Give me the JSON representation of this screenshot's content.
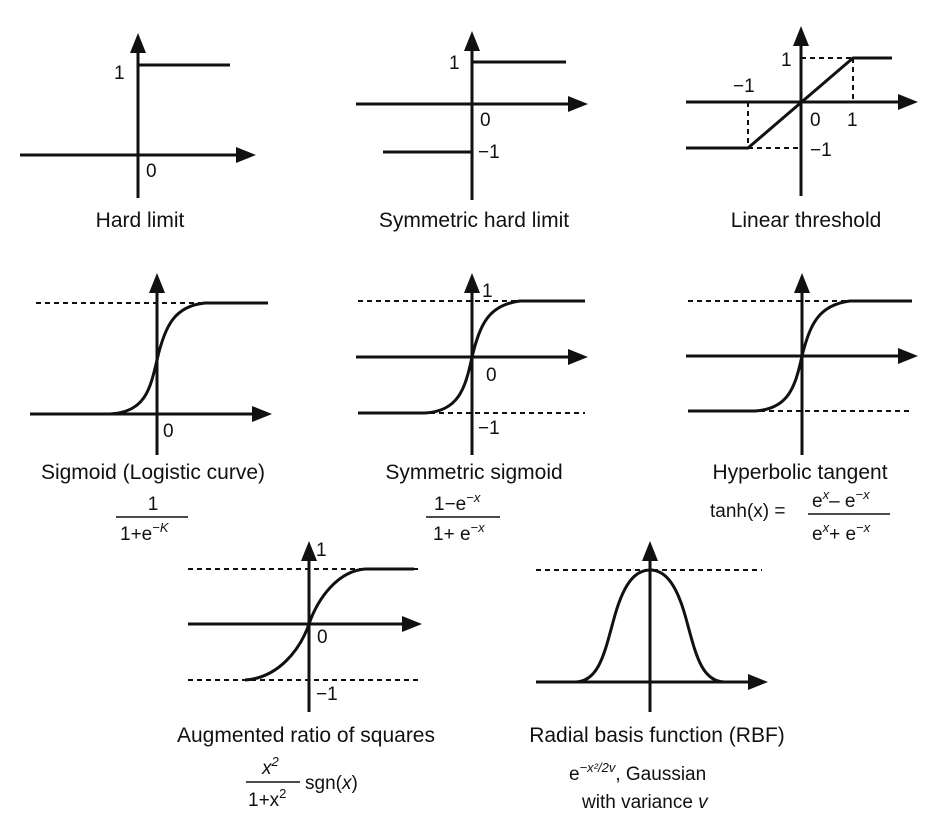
{
  "figure": {
    "panels": [
      {
        "id": "hard-limit",
        "caption": "Hard limit",
        "ticks": {
          "one": "1",
          "zero": "0"
        }
      },
      {
        "id": "symmetric-hard-limit",
        "caption": "Symmetric hard limit",
        "ticks": {
          "one": "1",
          "zero": "0",
          "minus_one": "−1"
        }
      },
      {
        "id": "linear-threshold",
        "caption": "Linear threshold",
        "ticks": {
          "one_y": "1",
          "minus_one_x": "−1",
          "zero": "0",
          "one_x": "1",
          "minus_one_y": "−1"
        }
      },
      {
        "id": "sigmoid",
        "caption": "Sigmoid (Logistic curve)",
        "ticks": {
          "zero": "0"
        },
        "formula": {
          "numerator": "1",
          "denominator_base": "1+e",
          "denominator_exp": "−K"
        }
      },
      {
        "id": "symmetric-sigmoid",
        "caption": "Symmetric sigmoid",
        "ticks": {
          "one": "1",
          "zero": "0",
          "minus_one": "−1"
        },
        "formula": {
          "numerator_base": "1−e",
          "numerator_exp": "−x",
          "denominator_base": "1+ e",
          "denominator_exp": "−x"
        }
      },
      {
        "id": "hyperbolic-tangent",
        "caption": "Hyperbolic tangent",
        "formula": {
          "lhs": "tanh(x) =",
          "num_a": "e",
          "num_a_exp": "x",
          "num_op": "– e",
          "num_b_exp": "−x",
          "den_a": "e",
          "den_a_exp": "x",
          "den_op": "+ e",
          "den_b_exp": "−x"
        }
      },
      {
        "id": "augmented-ratio",
        "caption": "Augmented ratio of squares",
        "ticks": {
          "one": "1",
          "zero": "0",
          "minus_one": "−1"
        },
        "formula": {
          "numerator": "x",
          "numerator_exp": "2",
          "denominator_base": "1+x",
          "denominator_exp": "2",
          "suffix_a": "sgn(",
          "suffix_var": "x",
          "suffix_b": ")"
        }
      },
      {
        "id": "rbf",
        "caption": "Radial basis function (RBF)",
        "formula": {
          "base": "e",
          "exp": "−x²/2v",
          "tail": ", Gaussian",
          "line2": "with variance ",
          "line2_var": "v"
        }
      }
    ]
  }
}
